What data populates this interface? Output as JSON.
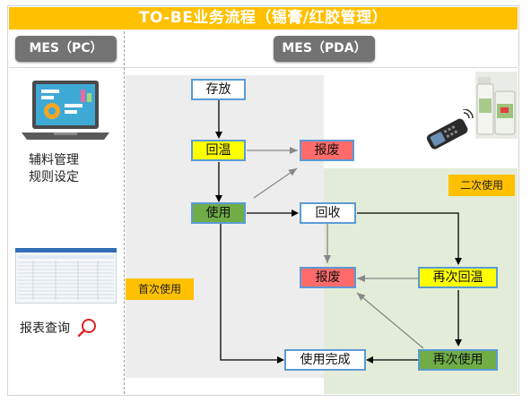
{
  "title": "TO-BE业务流程（锡膏/红胶管理）",
  "lanes": {
    "pc": "MES（PC）",
    "pda": "MES（PDA）"
  },
  "left": {
    "aux_line1": "辅料管理",
    "aux_line2": "规则设定",
    "report": "报表查询"
  },
  "zones": {
    "first_use": "首次使用",
    "second_use": "二次使用"
  },
  "nodes": {
    "store": "存放",
    "rewarm": "回温",
    "scrap1": "报废",
    "use": "使用",
    "recycle": "回收",
    "scrap2": "报废",
    "rewarm2": "再次回温",
    "use2": "再次使用",
    "done": "使用完成"
  },
  "colors": {
    "title_bg": "#ffc000",
    "lane_header": "#737373",
    "node_border": "#5b9bd5",
    "yellow": "#ffff00",
    "green": "#70ad47",
    "red": "#ff6b6b",
    "second_zone": "#e3ecd8"
  },
  "icons": [
    "laptop-icon",
    "report-screenshot-icon",
    "search-icon",
    "pda-scanner-icon",
    "solder-paste-jars-icon"
  ]
}
